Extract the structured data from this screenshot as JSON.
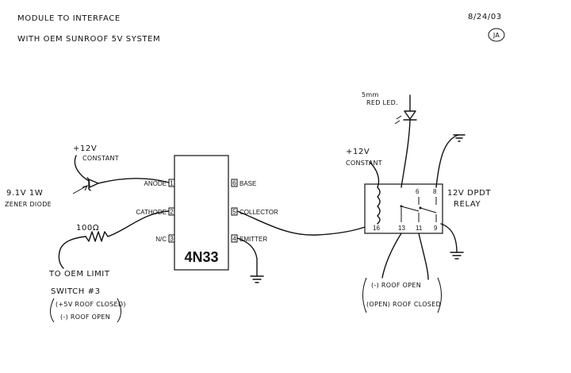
{
  "header": {
    "title_line1": "MODULE TO INTERFACE",
    "title_line2": "WITH OEM SUNROOF 5V SYSTEM",
    "date": "8/24/03",
    "initials": "JA"
  },
  "optocoupler": {
    "name": "4N33",
    "pins": [
      {
        "num": "1",
        "label": "ANODE"
      },
      {
        "num": "2",
        "label": "CATHODE"
      },
      {
        "num": "3",
        "label": "N/C"
      },
      {
        "num": "4",
        "label": "EMITTER"
      },
      {
        "num": "5",
        "label": "COLLECTOR"
      },
      {
        "num": "6",
        "label": "BASE"
      }
    ]
  },
  "labels": {
    "plus12_left": "+12V",
    "constant_left": "CONSTANT",
    "zener_line1": "9.1V 1W",
    "zener_line2": "ZENER DIODE",
    "resistor": "100Ω",
    "limit_line1": "TO OEM LIMIT",
    "limit_line2": "SWITCH #3",
    "limit_line3": "(+5V ROOF CLOSED)",
    "limit_line4": "(-) ROOF OPEN",
    "led_line1": "5mm",
    "led_line2": "RED LED.",
    "plus12_right": "+12V",
    "constant_right": "CONSTANT",
    "relay_line1": "12V DPDT",
    "relay_line2": "RELAY",
    "roof_open": "(-) ROOF OPEN",
    "roof_closed": "(OPEN) ROOF CLOSED"
  },
  "relay": {
    "pins": [
      "6",
      "8",
      "16",
      "13",
      "11",
      "9"
    ]
  }
}
